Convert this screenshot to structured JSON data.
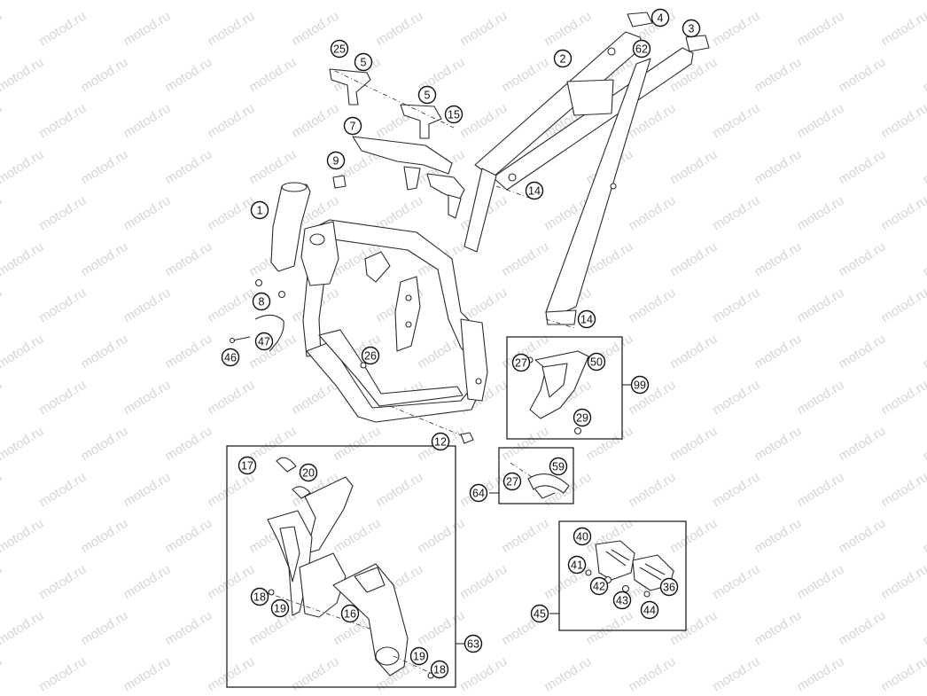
{
  "watermark": "motod.ru",
  "callouts": [
    "1",
    "2",
    "3",
    "4",
    "5",
    "5",
    "7",
    "8",
    "9",
    "12",
    "14",
    "14",
    "15",
    "25",
    "26",
    "46",
    "47",
    "62",
    "27",
    "50",
    "99",
    "29",
    "59",
    "27",
    "64",
    "17",
    "20",
    "18",
    "19",
    "16",
    "63",
    "19",
    "18",
    "40",
    "41",
    "42",
    "36",
    "43",
    "44",
    "45"
  ]
}
